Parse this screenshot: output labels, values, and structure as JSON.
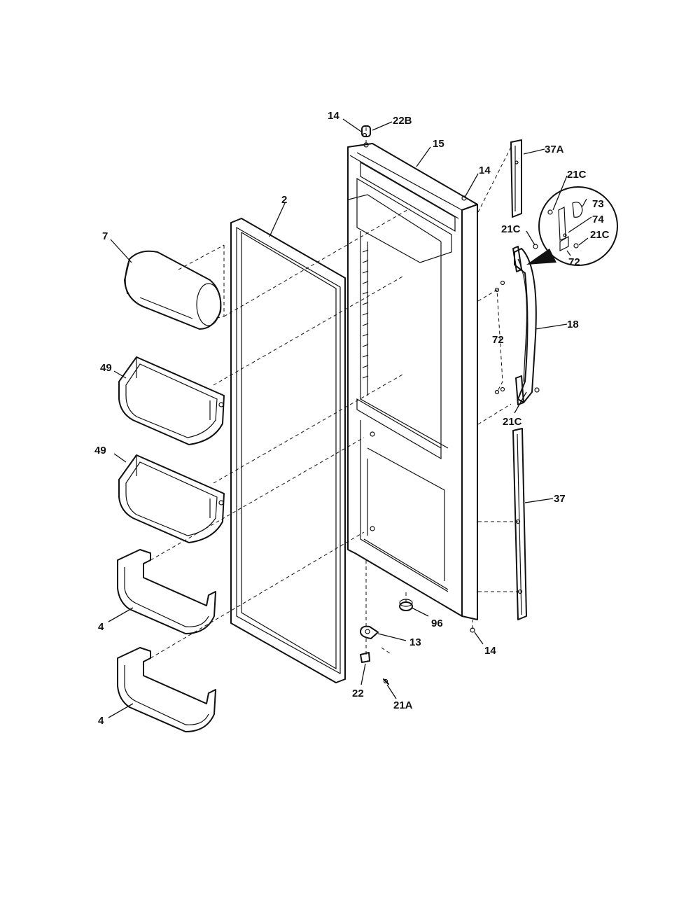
{
  "callouts": {
    "c14_top": "14",
    "c22b": "22B",
    "c15": "15",
    "c14_right": "14",
    "c37a": "37A",
    "c2": "2",
    "c7": "7",
    "c21c_tl": "21C",
    "c73": "73",
    "c74": "74",
    "c21c_tr": "21C",
    "c72_circle": "72",
    "c21c_mid": "21C",
    "c18": "18",
    "c49_upper": "49",
    "c72_mid": "72",
    "c21c_low": "21C",
    "c49_lower": "49",
    "c37": "37",
    "c4_upper": "4",
    "c96": "96",
    "c13": "13",
    "c14_bottom": "14",
    "c22": "22",
    "c21a": "21A",
    "c4_lower": "4"
  }
}
